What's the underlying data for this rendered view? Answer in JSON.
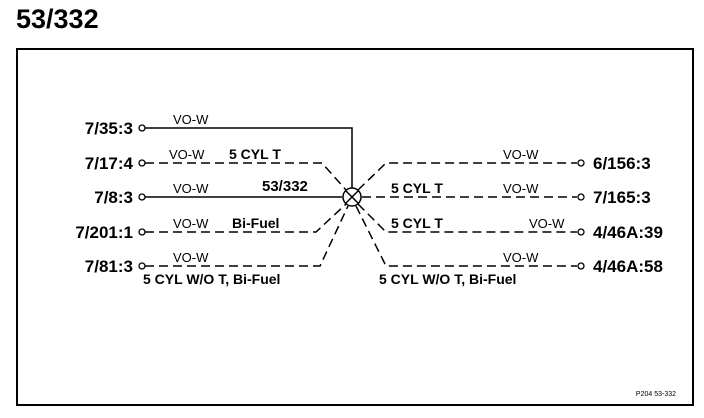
{
  "title": "53/332",
  "splice": {
    "label": "53/332"
  },
  "left_pins": [
    "7/35:3",
    "7/17:4",
    "7/8:3",
    "7/201:1",
    "7/81:3"
  ],
  "right_pins": [
    "6/156:3",
    "7/165:3",
    "4/46A:39",
    "4/46A:58"
  ],
  "wire_color": "VO-W",
  "notes": {
    "cyl5_turbo": "5 CYL T",
    "bifuel": "Bi-Fuel",
    "cyl5_no_turbo_bifuel": "5 CYL W/O T, Bi-Fuel"
  },
  "page_ref": "P204  53-332"
}
